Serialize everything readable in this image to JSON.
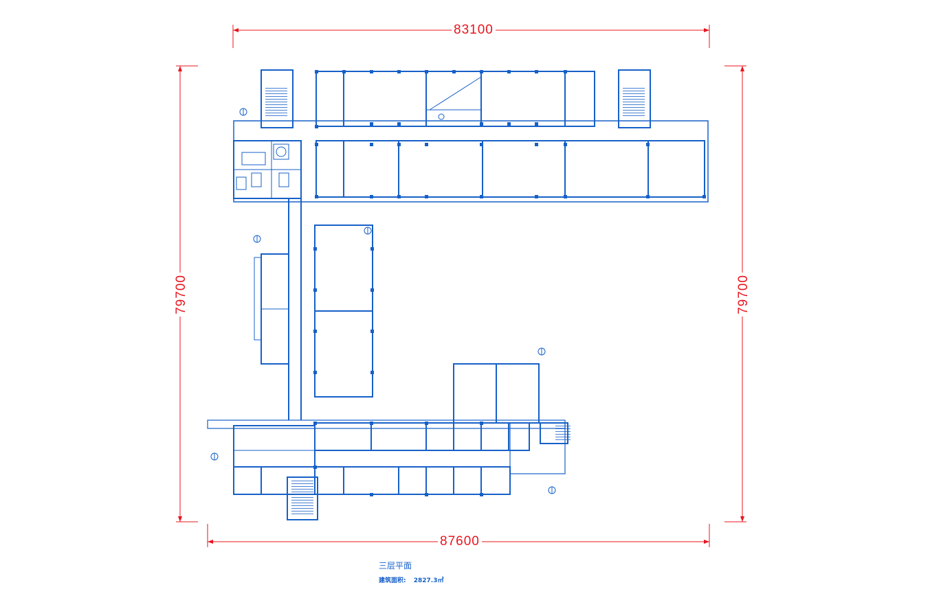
{
  "dimensions": {
    "top_width": "83100",
    "bottom_width": "87600",
    "left_height": "79700",
    "right_height": "79700"
  },
  "plan": {
    "title": "三层平面",
    "area_label": "建筑面积:",
    "area_value": "2827.3㎡"
  },
  "colors": {
    "wall": "#1660c8",
    "dimension": "#e8141e"
  },
  "icons": [
    "staircase-icon",
    "toilet-icon",
    "column-icon",
    "axis-marker-icon"
  ]
}
